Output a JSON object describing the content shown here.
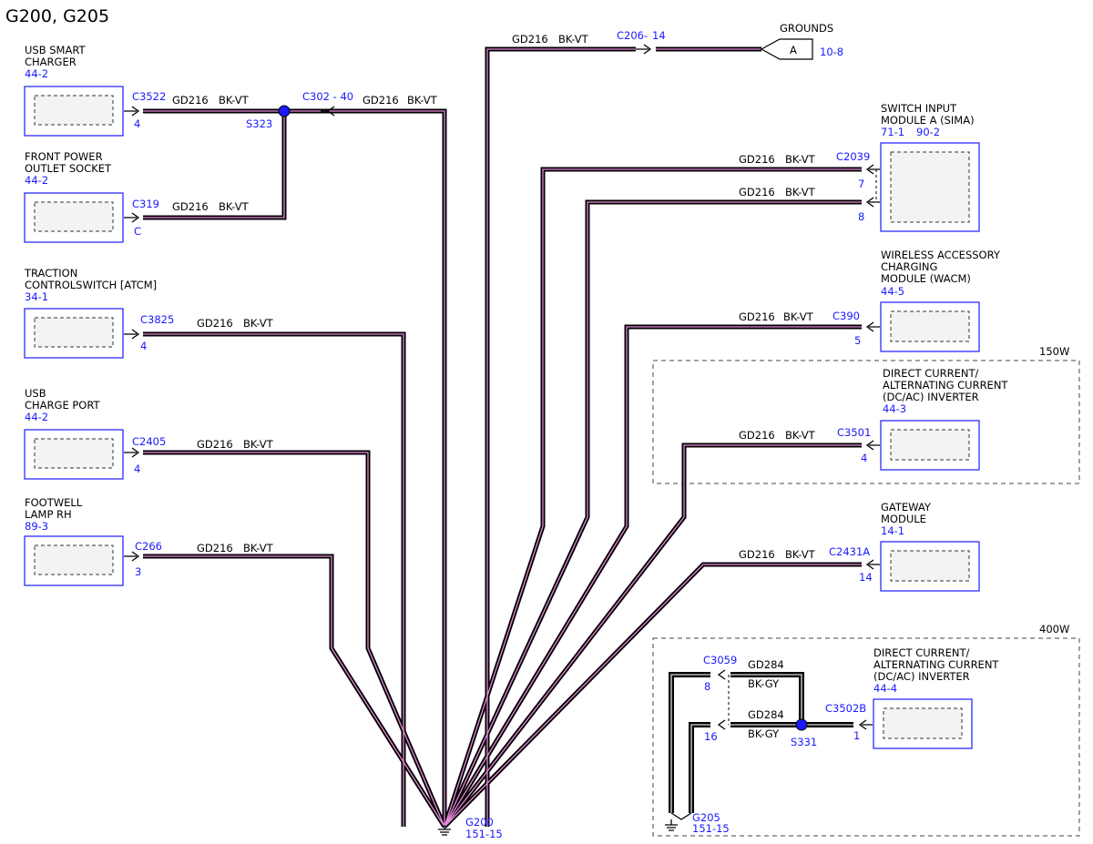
{
  "title": "G200, G205",
  "wire": {
    "circuit": "GD216",
    "color": "BK-VT",
    "circuit_400w": "GD284",
    "color_400w": "BK-GY"
  },
  "grounds": {
    "g200": {
      "name": "G200",
      "ref": "151-15"
    },
    "g205": {
      "name": "G205",
      "ref": "151-15"
    },
    "ground_ref": {
      "label": "GROUNDS",
      "letter": "A",
      "ref": "10-8",
      "connector": "C206",
      "pin": "14"
    }
  },
  "splices": {
    "s323": "S323",
    "s331": "S331"
  },
  "inline": {
    "c302": "C302 - 40"
  },
  "zones": {
    "w150": "150W",
    "w400": "400W"
  },
  "components": [
    {
      "key": "usb_smart",
      "name": [
        "USB SMART",
        "CHARGER"
      ],
      "ref": "44-2",
      "connector": "C3522",
      "pin": "4"
    },
    {
      "key": "front_power",
      "name": [
        "FRONT POWER",
        "OUTLET SOCKET"
      ],
      "ref": "44-2",
      "connector": "C319",
      "pin": "C"
    },
    {
      "key": "traction",
      "name": [
        "TRACTION",
        "CONTROLSWITCH [ATCM]"
      ],
      "ref": "34-1",
      "connector": "C3825",
      "pin": "4"
    },
    {
      "key": "usb_port",
      "name": [
        "USB",
        "CHARGE PORT"
      ],
      "ref": "44-2",
      "connector": "C2405",
      "pin": "4"
    },
    {
      "key": "footwell",
      "name": [
        "FOOTWELL",
        "LAMP RH"
      ],
      "ref": "89-3",
      "connector": "C266",
      "pin": "3"
    },
    {
      "key": "sima",
      "name": [
        "SWITCH INPUT",
        "MODULE A (SIMA)"
      ],
      "ref": "71-1",
      "ref2": "90-2",
      "connector": "C2039",
      "pin": "7",
      "pin2": "8"
    },
    {
      "key": "wacm",
      "name": [
        "WIRELESS ACCESSORY",
        "CHARGING",
        "MODULE (WACM)"
      ],
      "ref": "44-5",
      "connector": "C390",
      "pin": "5"
    },
    {
      "key": "inv150",
      "name": [
        "DIRECT CURRENT/",
        "ALTERNATING CURRENT",
        "(DC/AC) INVERTER"
      ],
      "ref": "44-3",
      "connector": "C3501",
      "pin": "4"
    },
    {
      "key": "gateway",
      "name": [
        "GATEWAY",
        "MODULE"
      ],
      "ref": "14-1",
      "connector": "C2431A",
      "pin": "14"
    },
    {
      "key": "inv400",
      "name": [
        "DIRECT CURRENT/",
        "ALTERNATING CURRENT",
        "(DC/AC) INVERTER"
      ],
      "ref": "44-4",
      "connector": "C3502B",
      "pin": "1"
    }
  ],
  "c3059": {
    "connector": "C3059",
    "pin1": "8",
    "pin2": "16"
  }
}
